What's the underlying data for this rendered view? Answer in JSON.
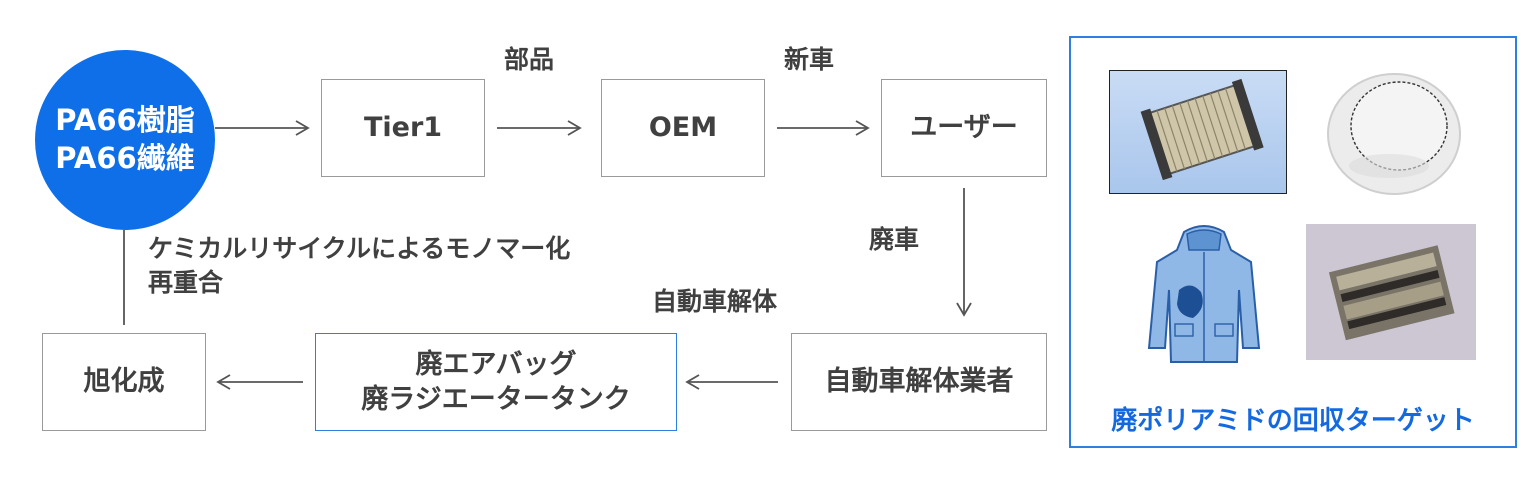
{
  "source": {
    "line1": "PA66樹脂",
    "line2": "PA66繊維"
  },
  "flow": {
    "tier1": "Tier1",
    "oem": "OEM",
    "user": "ユーザー",
    "dismantler": "自動車解体業者",
    "waste": {
      "line1": "廃エアバッグ",
      "line2": "廃ラジエータータンク"
    },
    "asahi": "旭化成"
  },
  "edges": {
    "parts": "部品",
    "new_car": "新車",
    "scrap_car": "廃車",
    "dismantling": "自動車解体"
  },
  "recycle_note": {
    "line1": "ケミカルリサイクルによるモノマー化",
    "line2": "再重合"
  },
  "panel": {
    "caption": "廃ポリアミドの回収ターゲット",
    "items": [
      "radiator-image",
      "airbag-image",
      "raincoat-image",
      "carpet-mat-image"
    ]
  },
  "colors": {
    "accent": "#0f6fe8",
    "panel_border": "#2f7fe0",
    "box_border": "#9a9a9a",
    "arrow": "#555555"
  }
}
